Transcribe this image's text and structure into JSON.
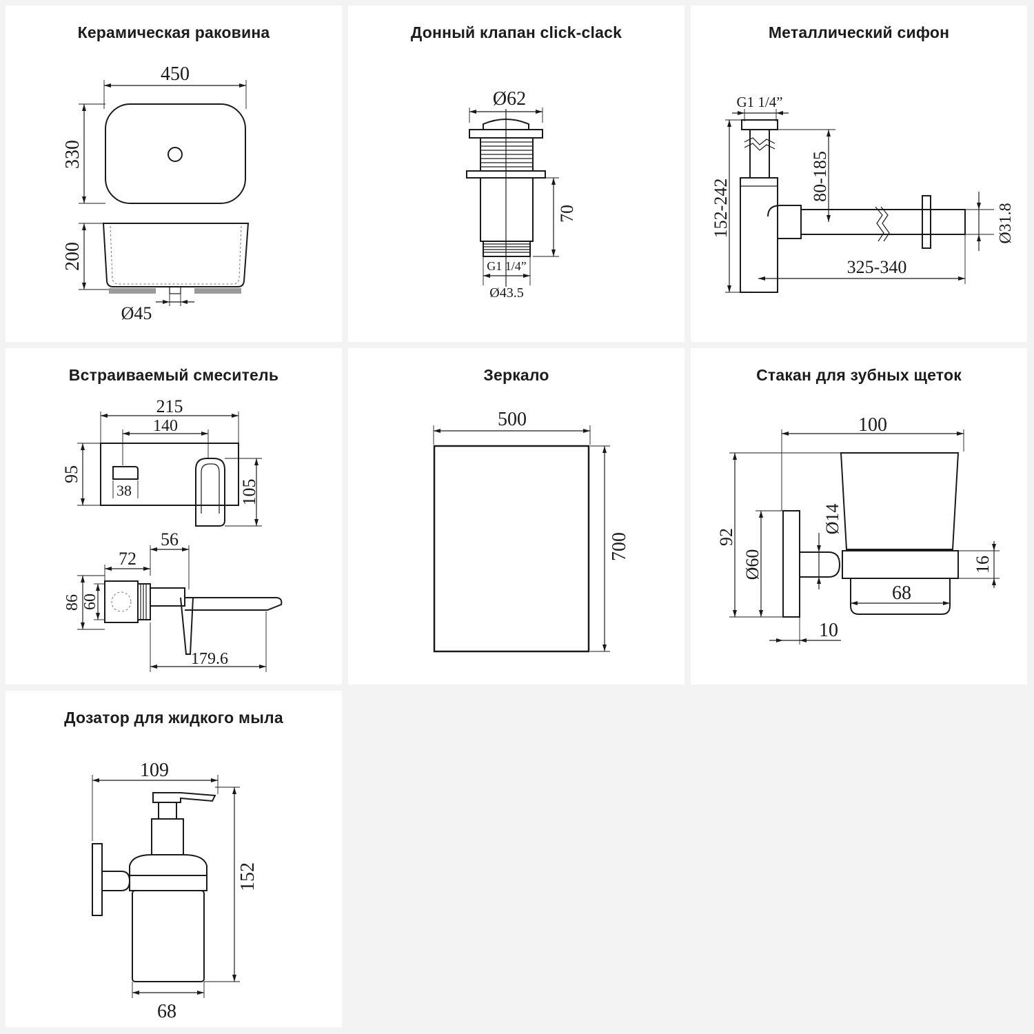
{
  "panels": [
    {
      "title": "Керамическая раковина",
      "dims": {
        "width": "450",
        "depth": "330",
        "height": "200",
        "drain": "Ø45"
      }
    },
    {
      "title": "Донный клапан click-clack",
      "dims": {
        "cap": "Ø62",
        "length": "70",
        "thread": "G1 1/4”",
        "bottom": "Ø43.5"
      }
    },
    {
      "title": "Металлический сифон",
      "dims": {
        "thread": "G1 1/4”",
        "height_range": "152-242",
        "upper_range": "80-185",
        "pipe": "Ø31.8",
        "length_range": "325-340"
      }
    },
    {
      "title": "Встраиваемый смеситель",
      "dims": {
        "total_width": "215",
        "inner_width": "140",
        "height": "95",
        "cap": "38",
        "lever": "105",
        "depth_a": "56",
        "depth_b": "72",
        "body_h1": "86",
        "body_h2": "60",
        "spout": "179.6"
      }
    },
    {
      "title": "Зеркало",
      "dims": {
        "width": "500",
        "height": "700"
      }
    },
    {
      "title": "Стакан для зубных щеток",
      "dims": {
        "width": "100",
        "height": "92",
        "base": "Ø60",
        "arm": "Ø14",
        "ring": "16",
        "cup": "68",
        "offset": "10"
      }
    },
    {
      "title": "Дозатор для жидкого мыла",
      "dims": {
        "width": "109",
        "height": "152",
        "bottle": "68"
      }
    }
  ]
}
